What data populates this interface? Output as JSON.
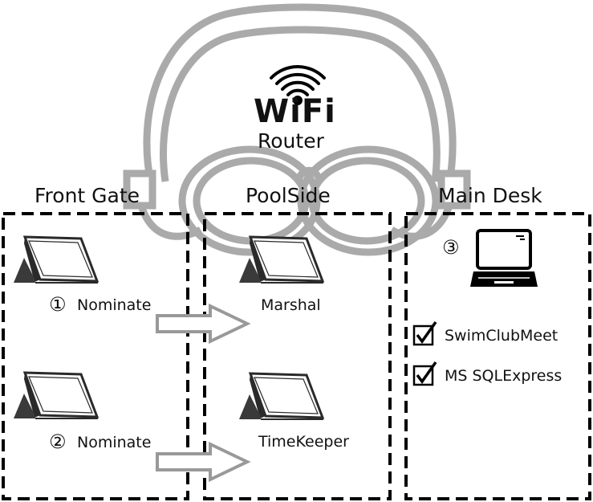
{
  "router": {
    "wifi_text": "WiFi",
    "label": "Router"
  },
  "zones": {
    "front_gate": {
      "title": "Front Gate",
      "devices": [
        {
          "number": "①",
          "label": "Nominate"
        },
        {
          "number": "②",
          "label": "Nominate"
        }
      ]
    },
    "poolside": {
      "title": "PoolSide",
      "devices": [
        {
          "label": "Marshal"
        },
        {
          "label": "TimeKeeper"
        }
      ]
    },
    "main_desk": {
      "title": "Main Desk",
      "number": "③",
      "checklist": [
        {
          "label": "SwimClubMeet",
          "checked": true
        },
        {
          "label": "MS SQLExpress",
          "checked": true
        }
      ]
    }
  },
  "colors": {
    "goggles": "#aaaaaa",
    "border": "#000000",
    "tablet_screen": "#2a2a2a",
    "arrow": "#999999"
  },
  "icons": [
    "wifi-icon",
    "goggles-graphic",
    "tablet-icon",
    "laptop-icon",
    "checkbox-icon",
    "arrow-icon"
  ]
}
